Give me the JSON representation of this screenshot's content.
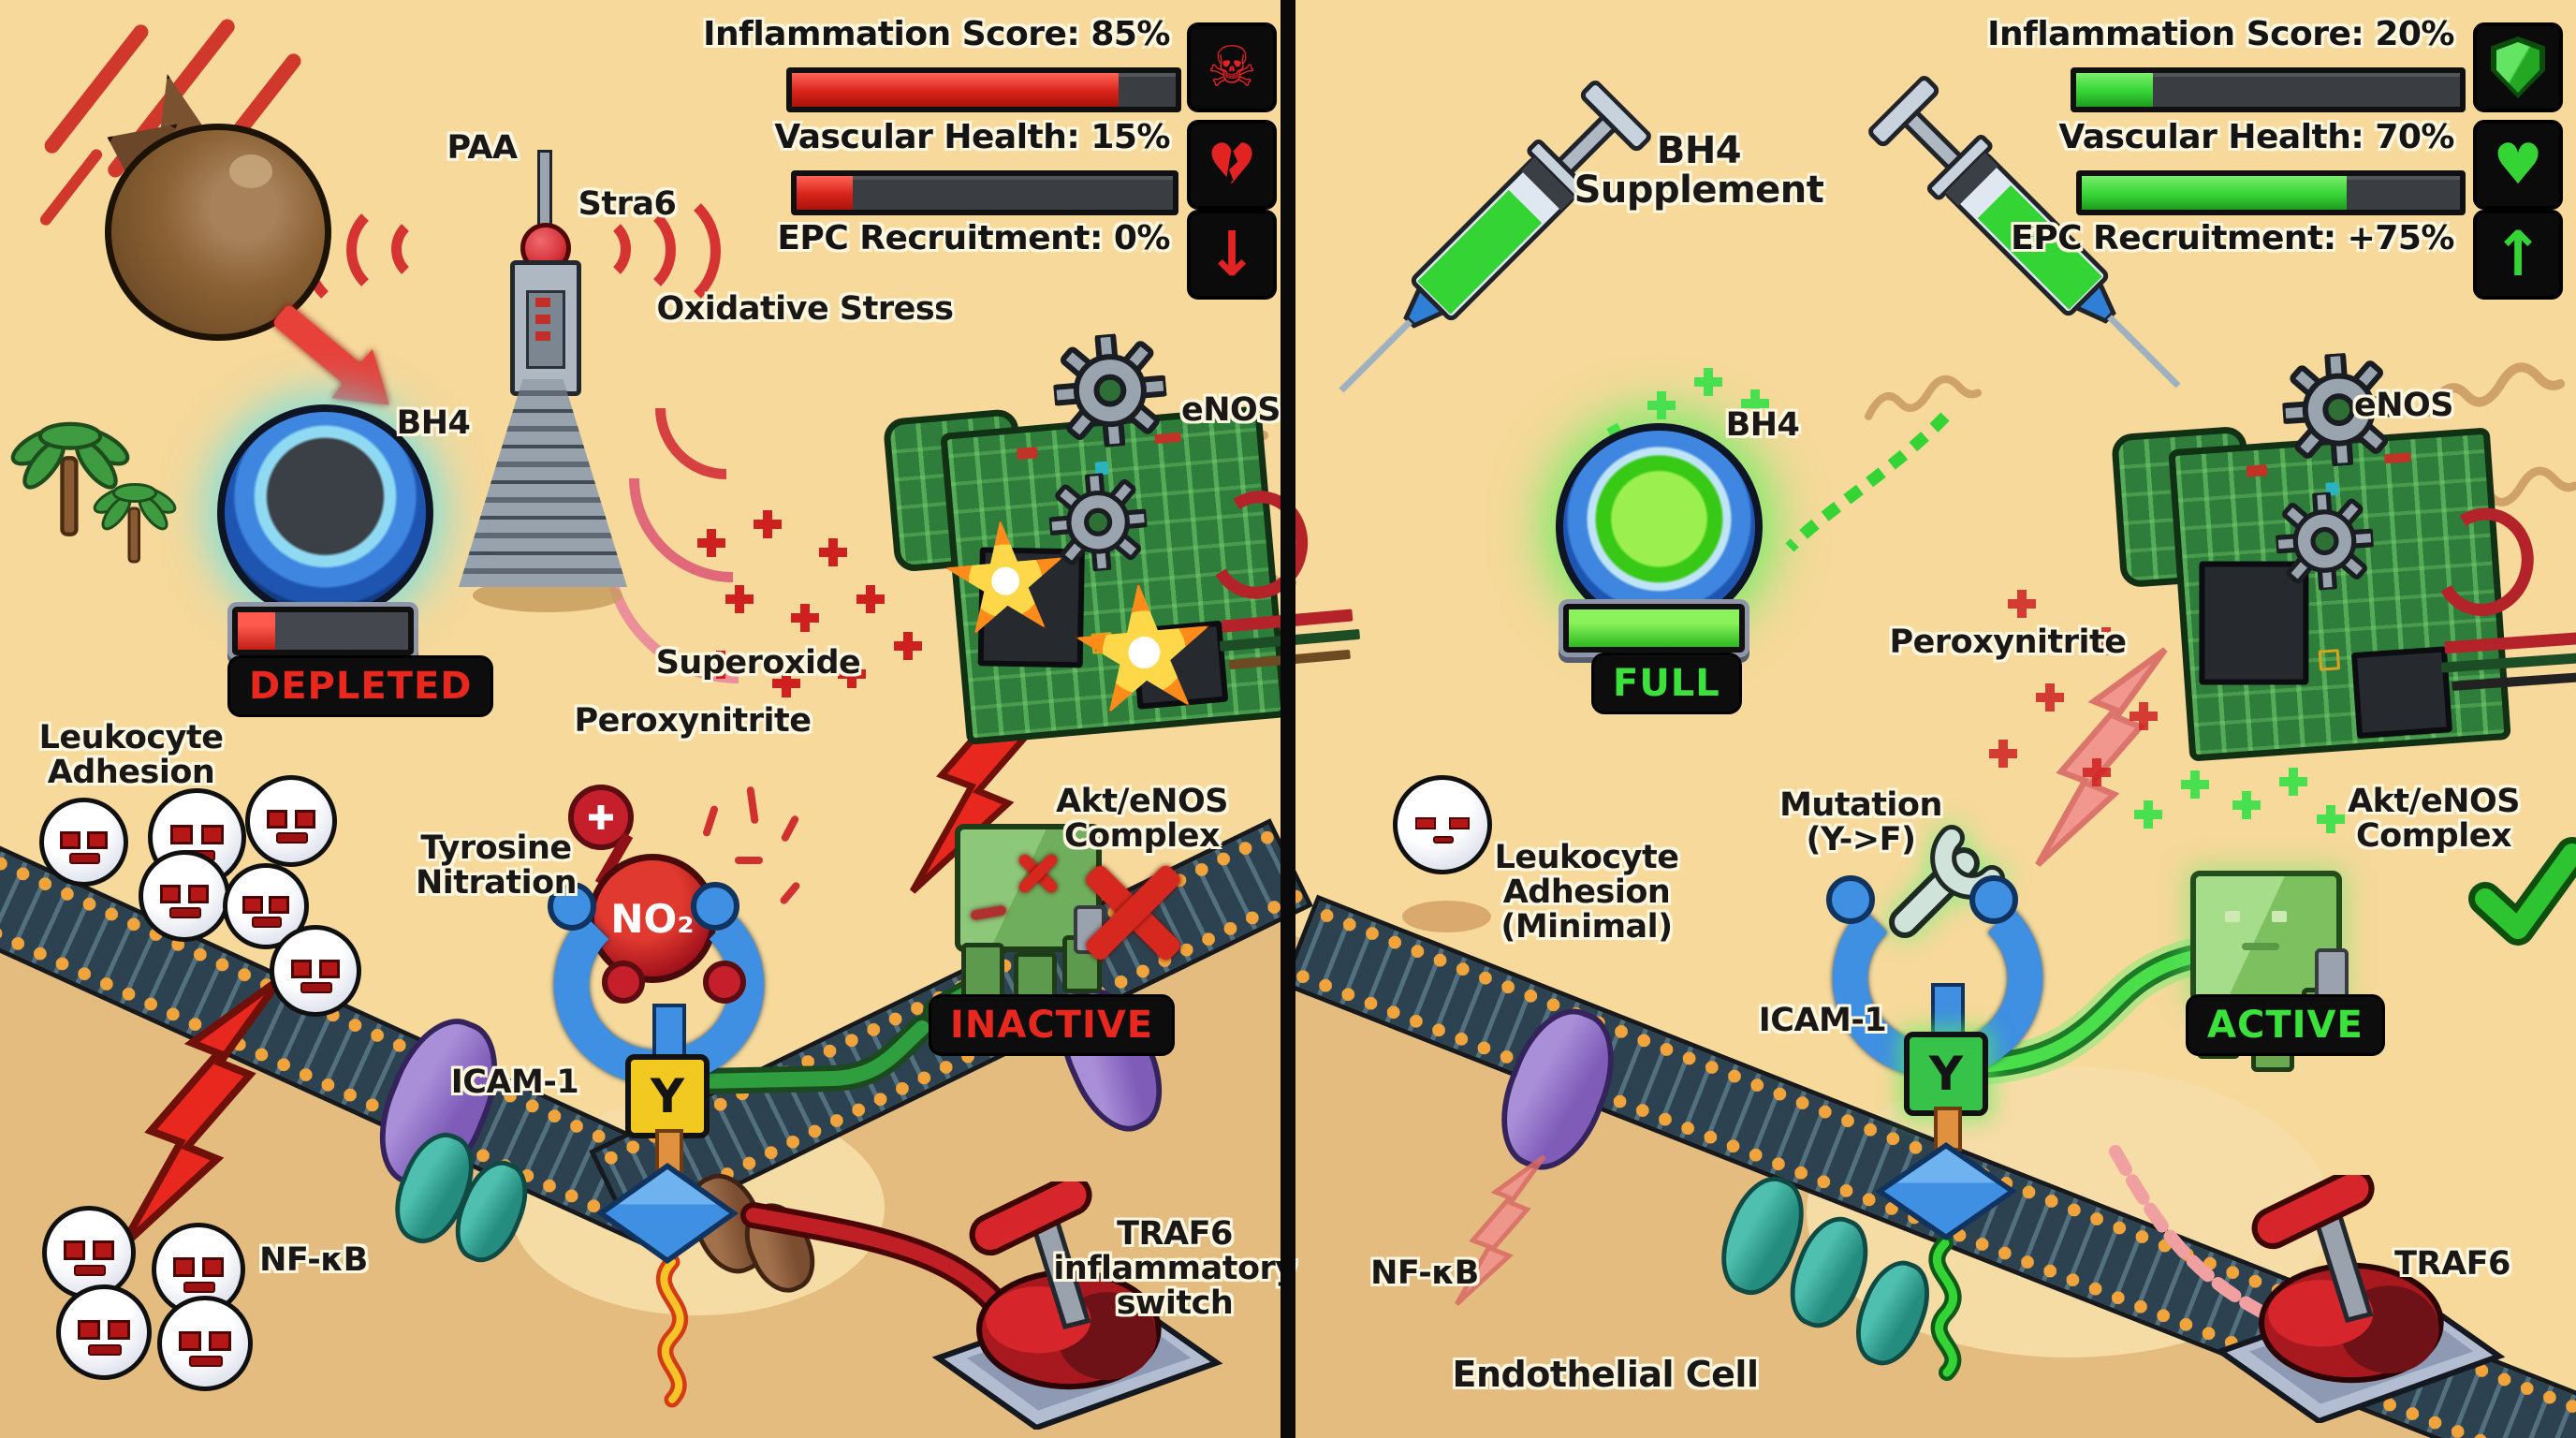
{
  "colors": {
    "danger_red": "#e03131",
    "health_green": "#35d435",
    "sand": "#f6d99b",
    "hud_black": "#0d0d0d"
  },
  "left_panel": {
    "hud": [
      {
        "label": "Inflammation Score: 85%",
        "bar_pct": 85,
        "icon": "skull-icon",
        "glyph": "☠"
      },
      {
        "label": "Vascular Health: 15%",
        "bar_pct": 15,
        "icon": "broken-heart-icon",
        "glyph": "♥"
      },
      {
        "label": "EPC Recruitment: 0%",
        "icon": "down-arrow-icon",
        "glyph": "↓"
      }
    ],
    "bh4_meter": {
      "level_pct": 22,
      "status": "DEPLETED"
    },
    "labels": {
      "paa": "PAA",
      "stra6": "Stra6",
      "bh4": "BH4",
      "oxidative_stress": "Oxidative Stress",
      "enos": "eNOS",
      "superoxide": "Superoxide",
      "peroxynitrite": "Peroxynitrite",
      "tyrosine_nitration": [
        "Tyrosine",
        "Nitration"
      ],
      "no2": "NO₂",
      "icam1": "ICAM-1",
      "icam1_residue": "Y",
      "akt_complex": [
        "Akt/eNOS",
        "Complex"
      ],
      "akt_status": "INACTIVE",
      "leukocyte_adhesion": [
        "Leukocyte",
        "Adhesion"
      ],
      "nfkb": "NF-κB",
      "traf6": [
        "TRAF6",
        "inflammatory",
        "switch"
      ]
    }
  },
  "right_panel": {
    "hud": [
      {
        "label": "Inflammation Score: 20%",
        "bar_pct": 20,
        "icon": "shield-icon",
        "glyph": ""
      },
      {
        "label": "Vascular Health: 70%",
        "bar_pct": 70,
        "icon": "heart-icon",
        "glyph": "♥"
      },
      {
        "label": "EPC Recruitment: +75%",
        "icon": "up-arrow-icon",
        "glyph": "↑"
      }
    ],
    "bh4_meter": {
      "level_pct": 100,
      "status": "FULL"
    },
    "labels": {
      "supplement": [
        "BH4",
        "Supplement"
      ],
      "bh4": "BH4",
      "peroxynitrite": "Peroxynitrite",
      "enos": "eNOS",
      "mutation": [
        "Mutation",
        "(Y->F)"
      ],
      "icam1": "ICAM-1",
      "icam1_residue": "Y",
      "akt_complex": [
        "Akt/eNOS",
        "Complex"
      ],
      "akt_status": "ACTIVE",
      "leukocyte_adhesion": [
        "Leukocyte",
        "Adhesion",
        "(Minimal)"
      ],
      "nfkb": "NF-κB",
      "endothelial_cell": "Endothelial Cell",
      "traf6": "TRAF6"
    }
  }
}
